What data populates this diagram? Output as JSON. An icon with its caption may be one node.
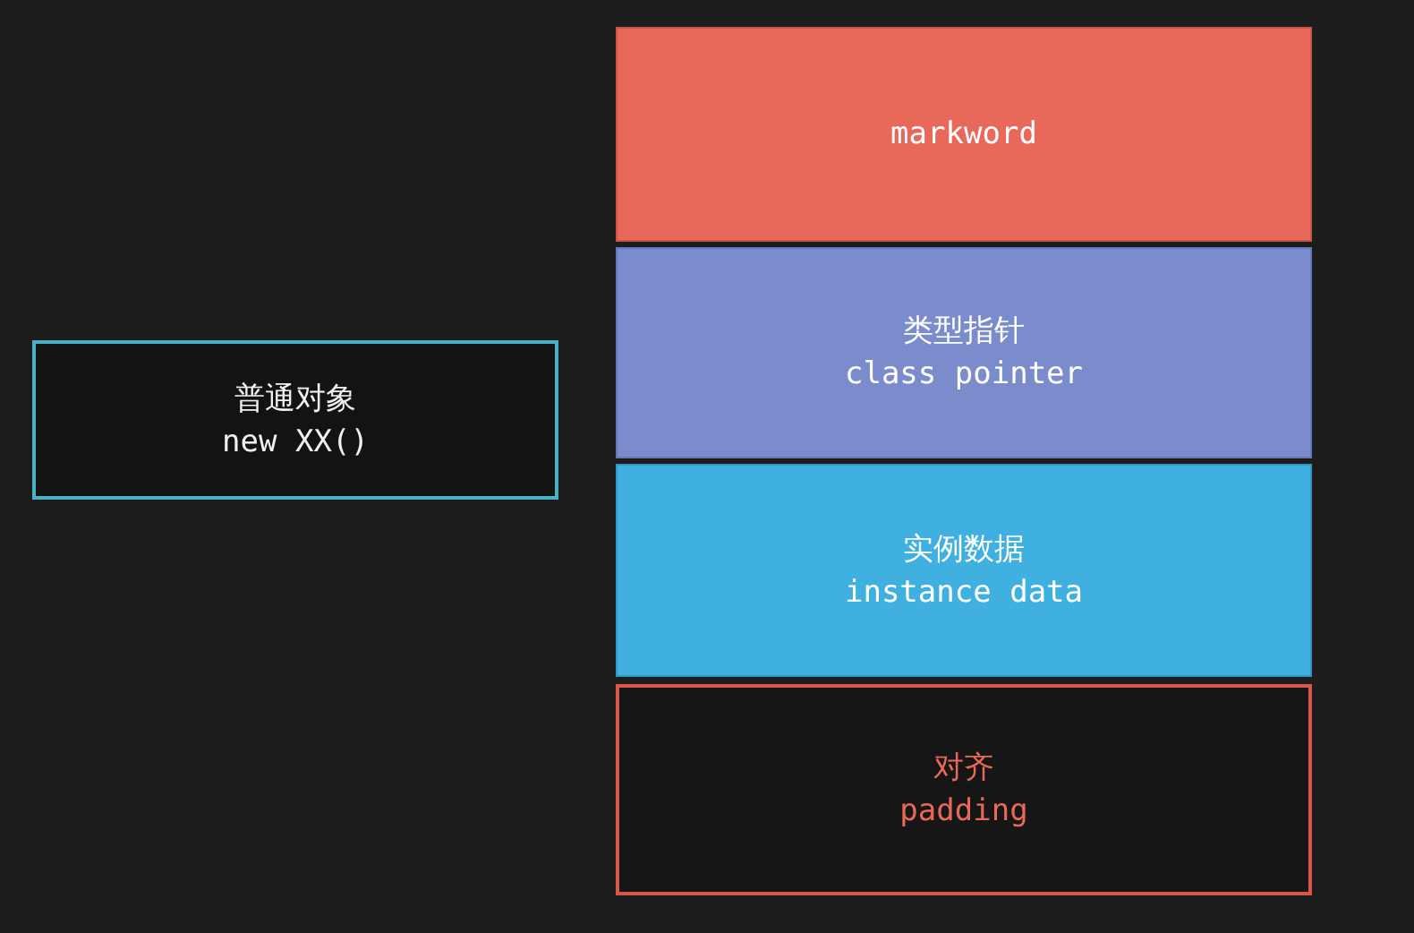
{
  "diagram": {
    "nodes": [
      {
        "text": [
          "普通对象",
          "new XX()"
        ]
      },
      {
        "text": [
          "markword"
        ]
      },
      {
        "text": [
          "类型指针",
          "class pointer"
        ]
      },
      {
        "text": [
          "实例数据",
          "instance data"
        ]
      },
      {
        "text": [
          "对齐",
          "padding"
        ]
      }
    ]
  }
}
